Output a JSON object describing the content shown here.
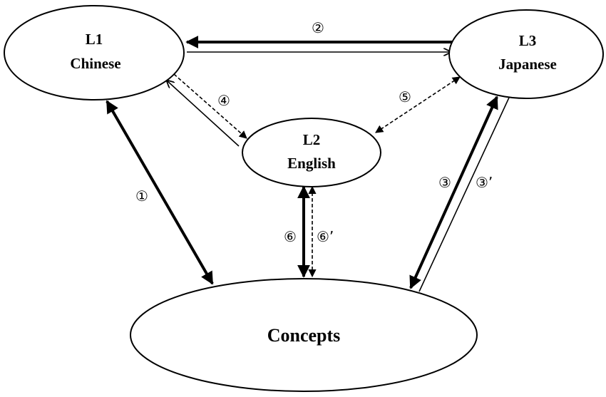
{
  "nodes": {
    "l1": {
      "line1": "L1",
      "line2": "Chinese"
    },
    "l2": {
      "line1": "L2",
      "line2": "English"
    },
    "l3": {
      "line1": "L3",
      "line2": "Japanese"
    },
    "concepts": {
      "label": "Concepts"
    }
  },
  "edge_labels": {
    "e1": "①",
    "e2": "②",
    "e3": "③",
    "e3p": "③’",
    "e4": "④",
    "e5": "⑤",
    "e6": "⑥",
    "e6p": "⑥’"
  }
}
